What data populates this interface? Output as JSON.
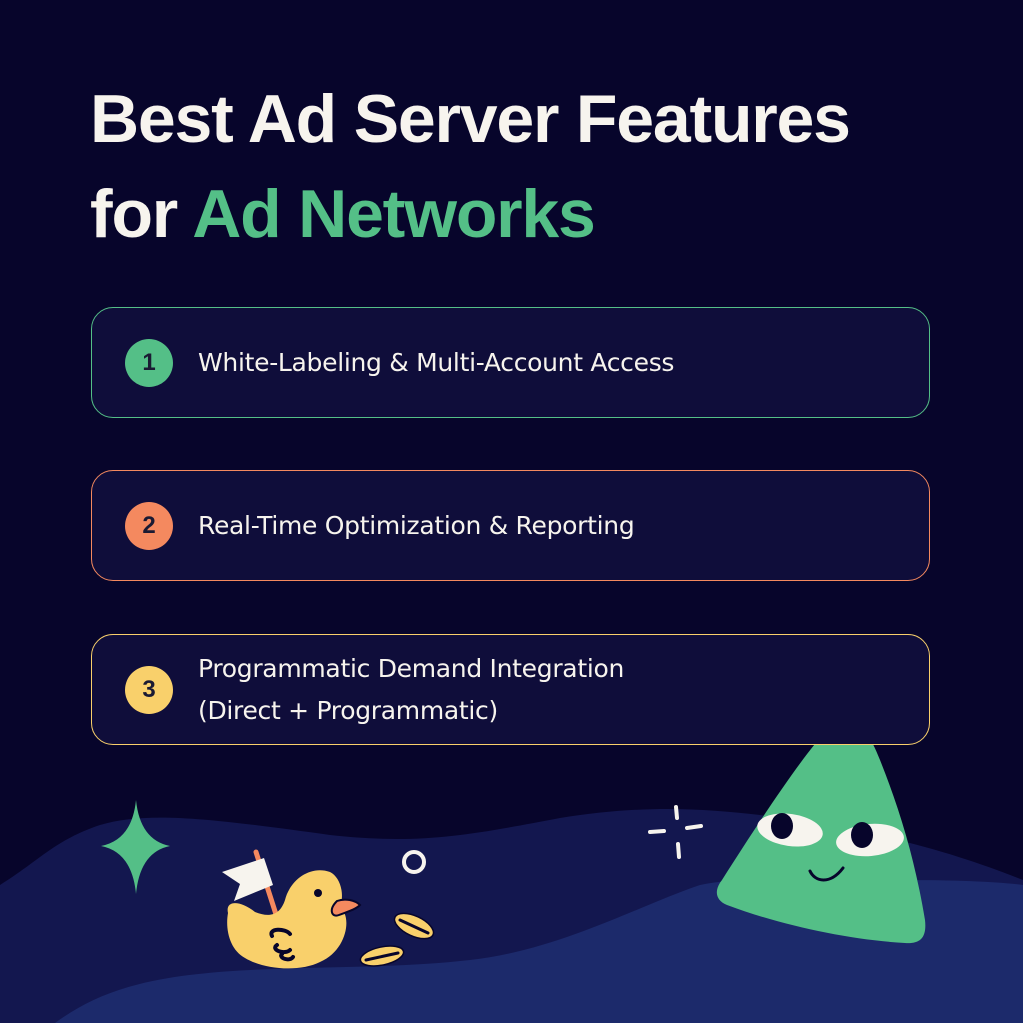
{
  "title": {
    "line1": "Best Ad Server Features",
    "line2_prefix": "for ",
    "line2_accent": "Ad Networks"
  },
  "colors": {
    "background": "#07052b",
    "card_background": "#0f0d3a",
    "accent_green": "#54bf87",
    "accent_orange": "#f4895f",
    "accent_yellow": "#f9d06b",
    "text": "#f7f4ee",
    "wave_mid": "#13174f",
    "wave_front": "#1c2a6b"
  },
  "features": [
    {
      "number": "1",
      "line1": "White-Labeling & Multi-Account Access",
      "line2": "",
      "color": "#54bf87"
    },
    {
      "number": "2",
      "line1": "Real-Time Optimization & Reporting",
      "line2": "",
      "color": "#f4895f"
    },
    {
      "number": "3",
      "line1": "Programmatic Demand Integration",
      "line2": "(Direct + Programmatic)",
      "color": "#f9d06b"
    }
  ],
  "illustration": {
    "icons": [
      "sparkle-icon",
      "duck-with-flag-icon",
      "ring-icon",
      "coins-icon",
      "twinkle-icon",
      "triangle-mascot-icon"
    ]
  }
}
